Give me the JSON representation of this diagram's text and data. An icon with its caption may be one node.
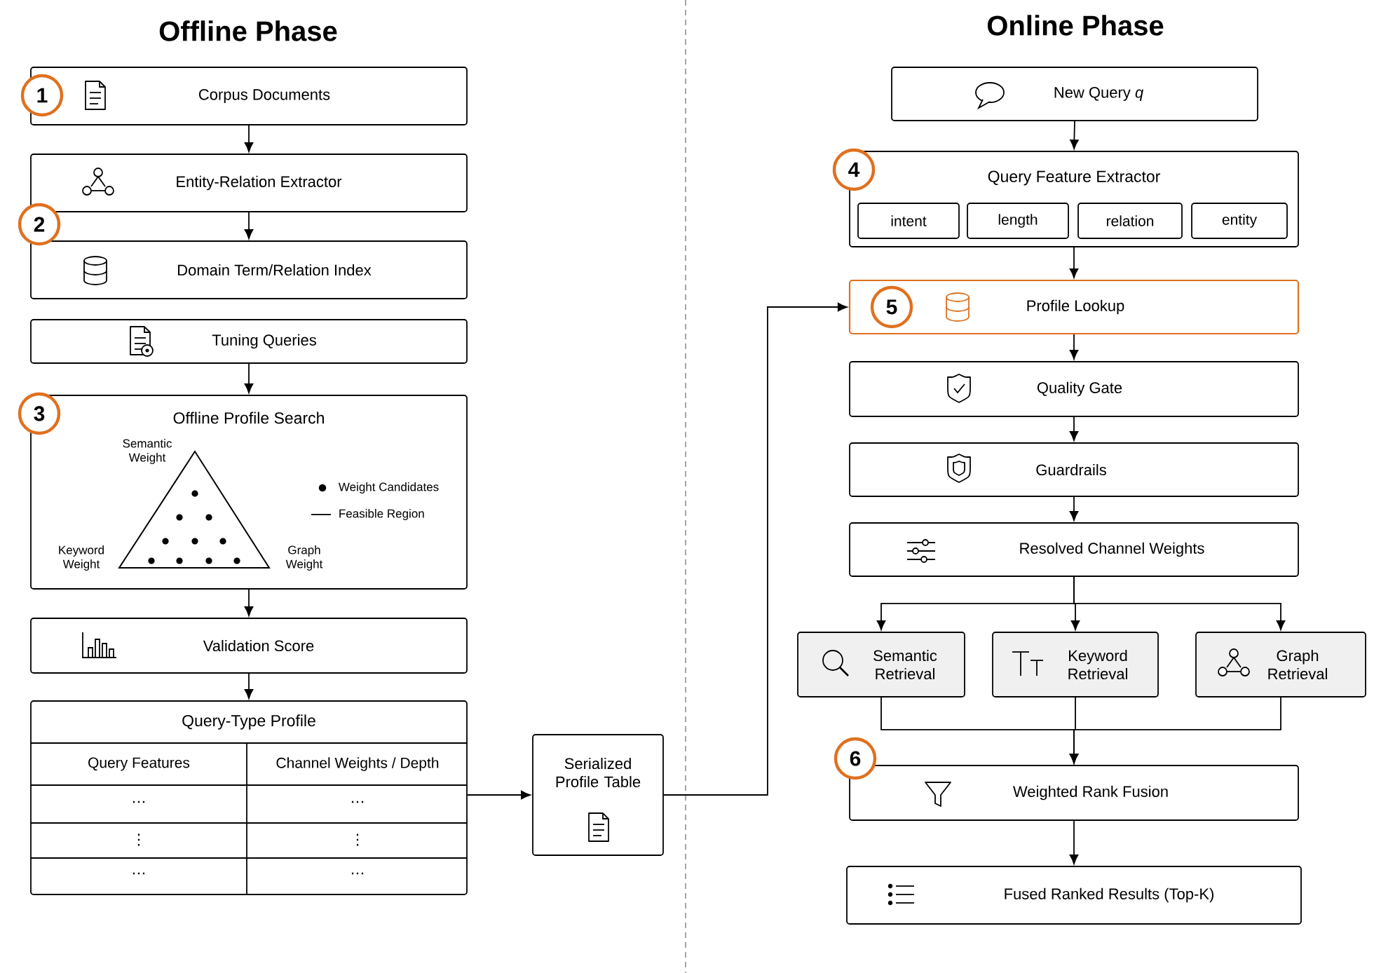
{
  "diagram": {
    "nodes": [
      {
        "text": [
          "Corpus Documents"
        ]
      },
      {
        "text": [
          "Entity-Relation Extractor"
        ]
      },
      {
        "text": [
          "Domain Term/Relation Index"
        ]
      },
      {
        "text": [
          "Tuning Queries"
        ]
      },
      {
        "text": [
          "Offline Profile Search"
        ]
      },
      {
        "text": [
          "Validation Score"
        ]
      },
      {
        "text": [
          "Query-Type Profile"
        ]
      },
      {
        "text": [
          "Serialized Profile Table"
        ]
      },
      {
        "text": [
          "New Query *q*"
        ]
      },
      {
        "text": [
          "Query Feature Extractor"
        ]
      },
      {
        "text": [
          "intent"
        ],
        "in": 9
      },
      {
        "text": [
          "length"
        ],
        "in": 9
      },
      {
        "text": [
          "relation"
        ],
        "in": 9
      },
      {
        "text": [
          "entity"
        ],
        "in": 9
      },
      {
        "text": [
          "Profile Lookup"
        ]
      },
      {
        "text": [
          "Quality Gate"
        ]
      },
      {
        "text": [
          "Guardrails"
        ]
      },
      {
        "text": [
          "Resolved Channel Weights"
        ]
      },
      {
        "text": [
          "Semantic Retrieval"
        ]
      },
      {
        "text": [
          "Keyword Retrieval"
        ]
      },
      {
        "text": [
          "Graph Retrieval"
        ]
      },
      {
        "text": [
          "Weighted Rank Fusion"
        ]
      },
      {
        "text": [
          "Fused Ranked Results (Top-K)"
        ]
      }
    ],
    "edges": [
      {
        "from": 0,
        "to": 1,
        "arrow": "to"
      },
      {
        "from": 1,
        "to": 2,
        "arrow": "to"
      },
      {
        "from": 3,
        "to": 4,
        "arrow": "to"
      },
      {
        "from": 4,
        "to": 5,
        "arrow": "to"
      },
      {
        "from": 5,
        "to": 6,
        "arrow": "to"
      },
      {
        "from": 6,
        "to": 7,
        "arrow": "to"
      },
      {
        "from": 7,
        "to": 14,
        "arrow": "to"
      },
      {
        "from": 8,
        "to": 9,
        "arrow": "to"
      },
      {
        "from": 9,
        "to": 14,
        "arrow": "to"
      },
      {
        "from": 14,
        "to": 15,
        "arrow": "to"
      },
      {
        "from": 15,
        "to": 16,
        "arrow": "to"
      },
      {
        "from": 16,
        "to": 17,
        "arrow": "to"
      },
      {
        "from": 17,
        "to": 18,
        "arrow": "to"
      },
      {
        "from": 17,
        "to": 19,
        "arrow": "to"
      },
      {
        "from": 17,
        "to": 20,
        "arrow": "to"
      },
      {
        "from": 18,
        "to": 21,
        "arrow": "to"
      },
      {
        "from": 19,
        "to": 21,
        "arrow": "to"
      },
      {
        "from": 20,
        "to": 21,
        "arrow": "to"
      },
      {
        "from": 21,
        "to": 22,
        "arrow": "to"
      }
    ],
    "labels": [
      "Offline Phase",
      "Online Phase",
      "1",
      "2",
      "3",
      "4",
      "5",
      "6",
      "Semantic Weight",
      "Keyword Weight",
      "Graph Weight",
      "Query Features",
      "Channel Weights / Depth",
      "…",
      "…",
      "⋮",
      "⋮",
      "…",
      "…"
    ],
    "legend": [
      {
        "text": "Weight Candidates"
      },
      {
        "text": "Feasible Region"
      }
    ]
  }
}
